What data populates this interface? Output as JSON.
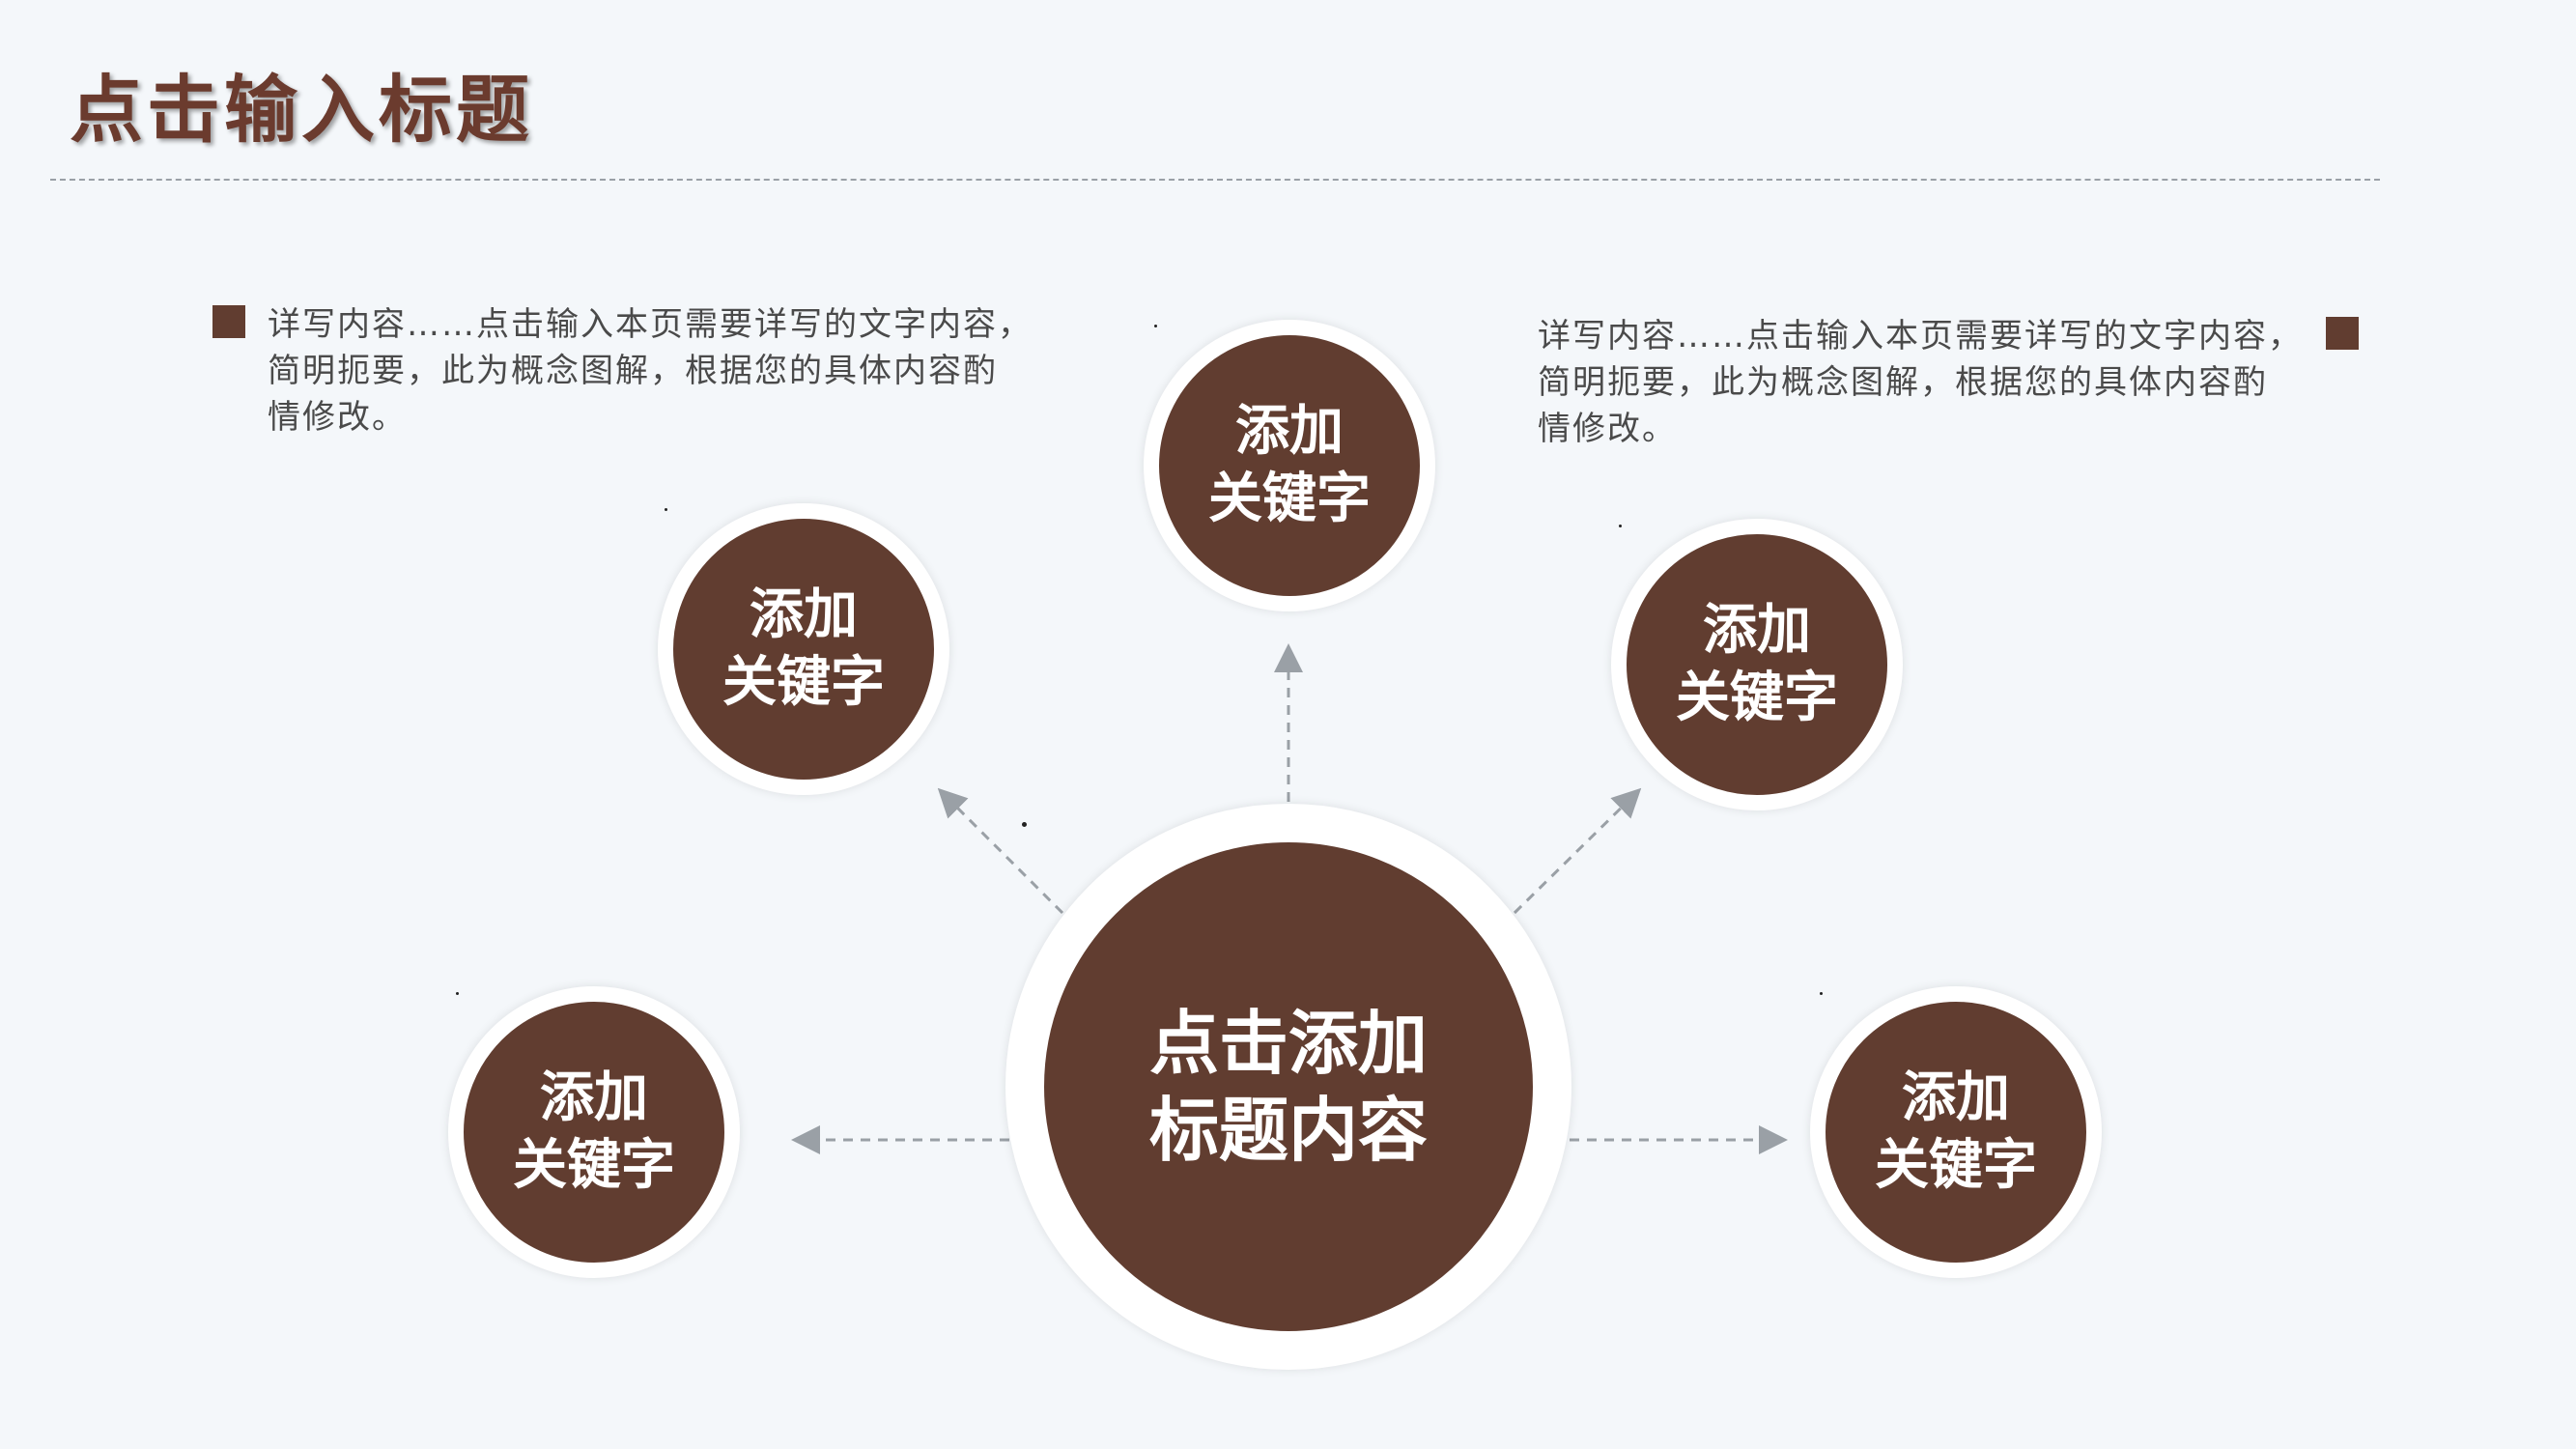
{
  "title": "点击输入标题",
  "center": {
    "label": "点击添加\n标题内容"
  },
  "keywords": [
    {
      "id": "top",
      "label": "添加\n关键字"
    },
    {
      "id": "upper-left",
      "label": "添加\n关键字"
    },
    {
      "id": "upper-right",
      "label": "添加\n关键字"
    },
    {
      "id": "lower-left",
      "label": "添加\n关键字"
    },
    {
      "id": "lower-right",
      "label": "添加\n关键字"
    }
  ],
  "descriptions": [
    {
      "id": "left",
      "text": "详写内容……点击输入本页需要详写的文字内容，\n简明扼要，此为概念图解，根据您的具体内容酌\n情修改。"
    },
    {
      "id": "right",
      "text": "详写内容……点击输入本页需要详写的文字内容，\n简明扼要，此为概念图解，根据您的具体内容酌\n情修改。"
    }
  ],
  "colors": {
    "accent": "#613d30",
    "title": "#6b3b2e",
    "background": "#f4f7fa",
    "connector": "#9aa0a6"
  }
}
